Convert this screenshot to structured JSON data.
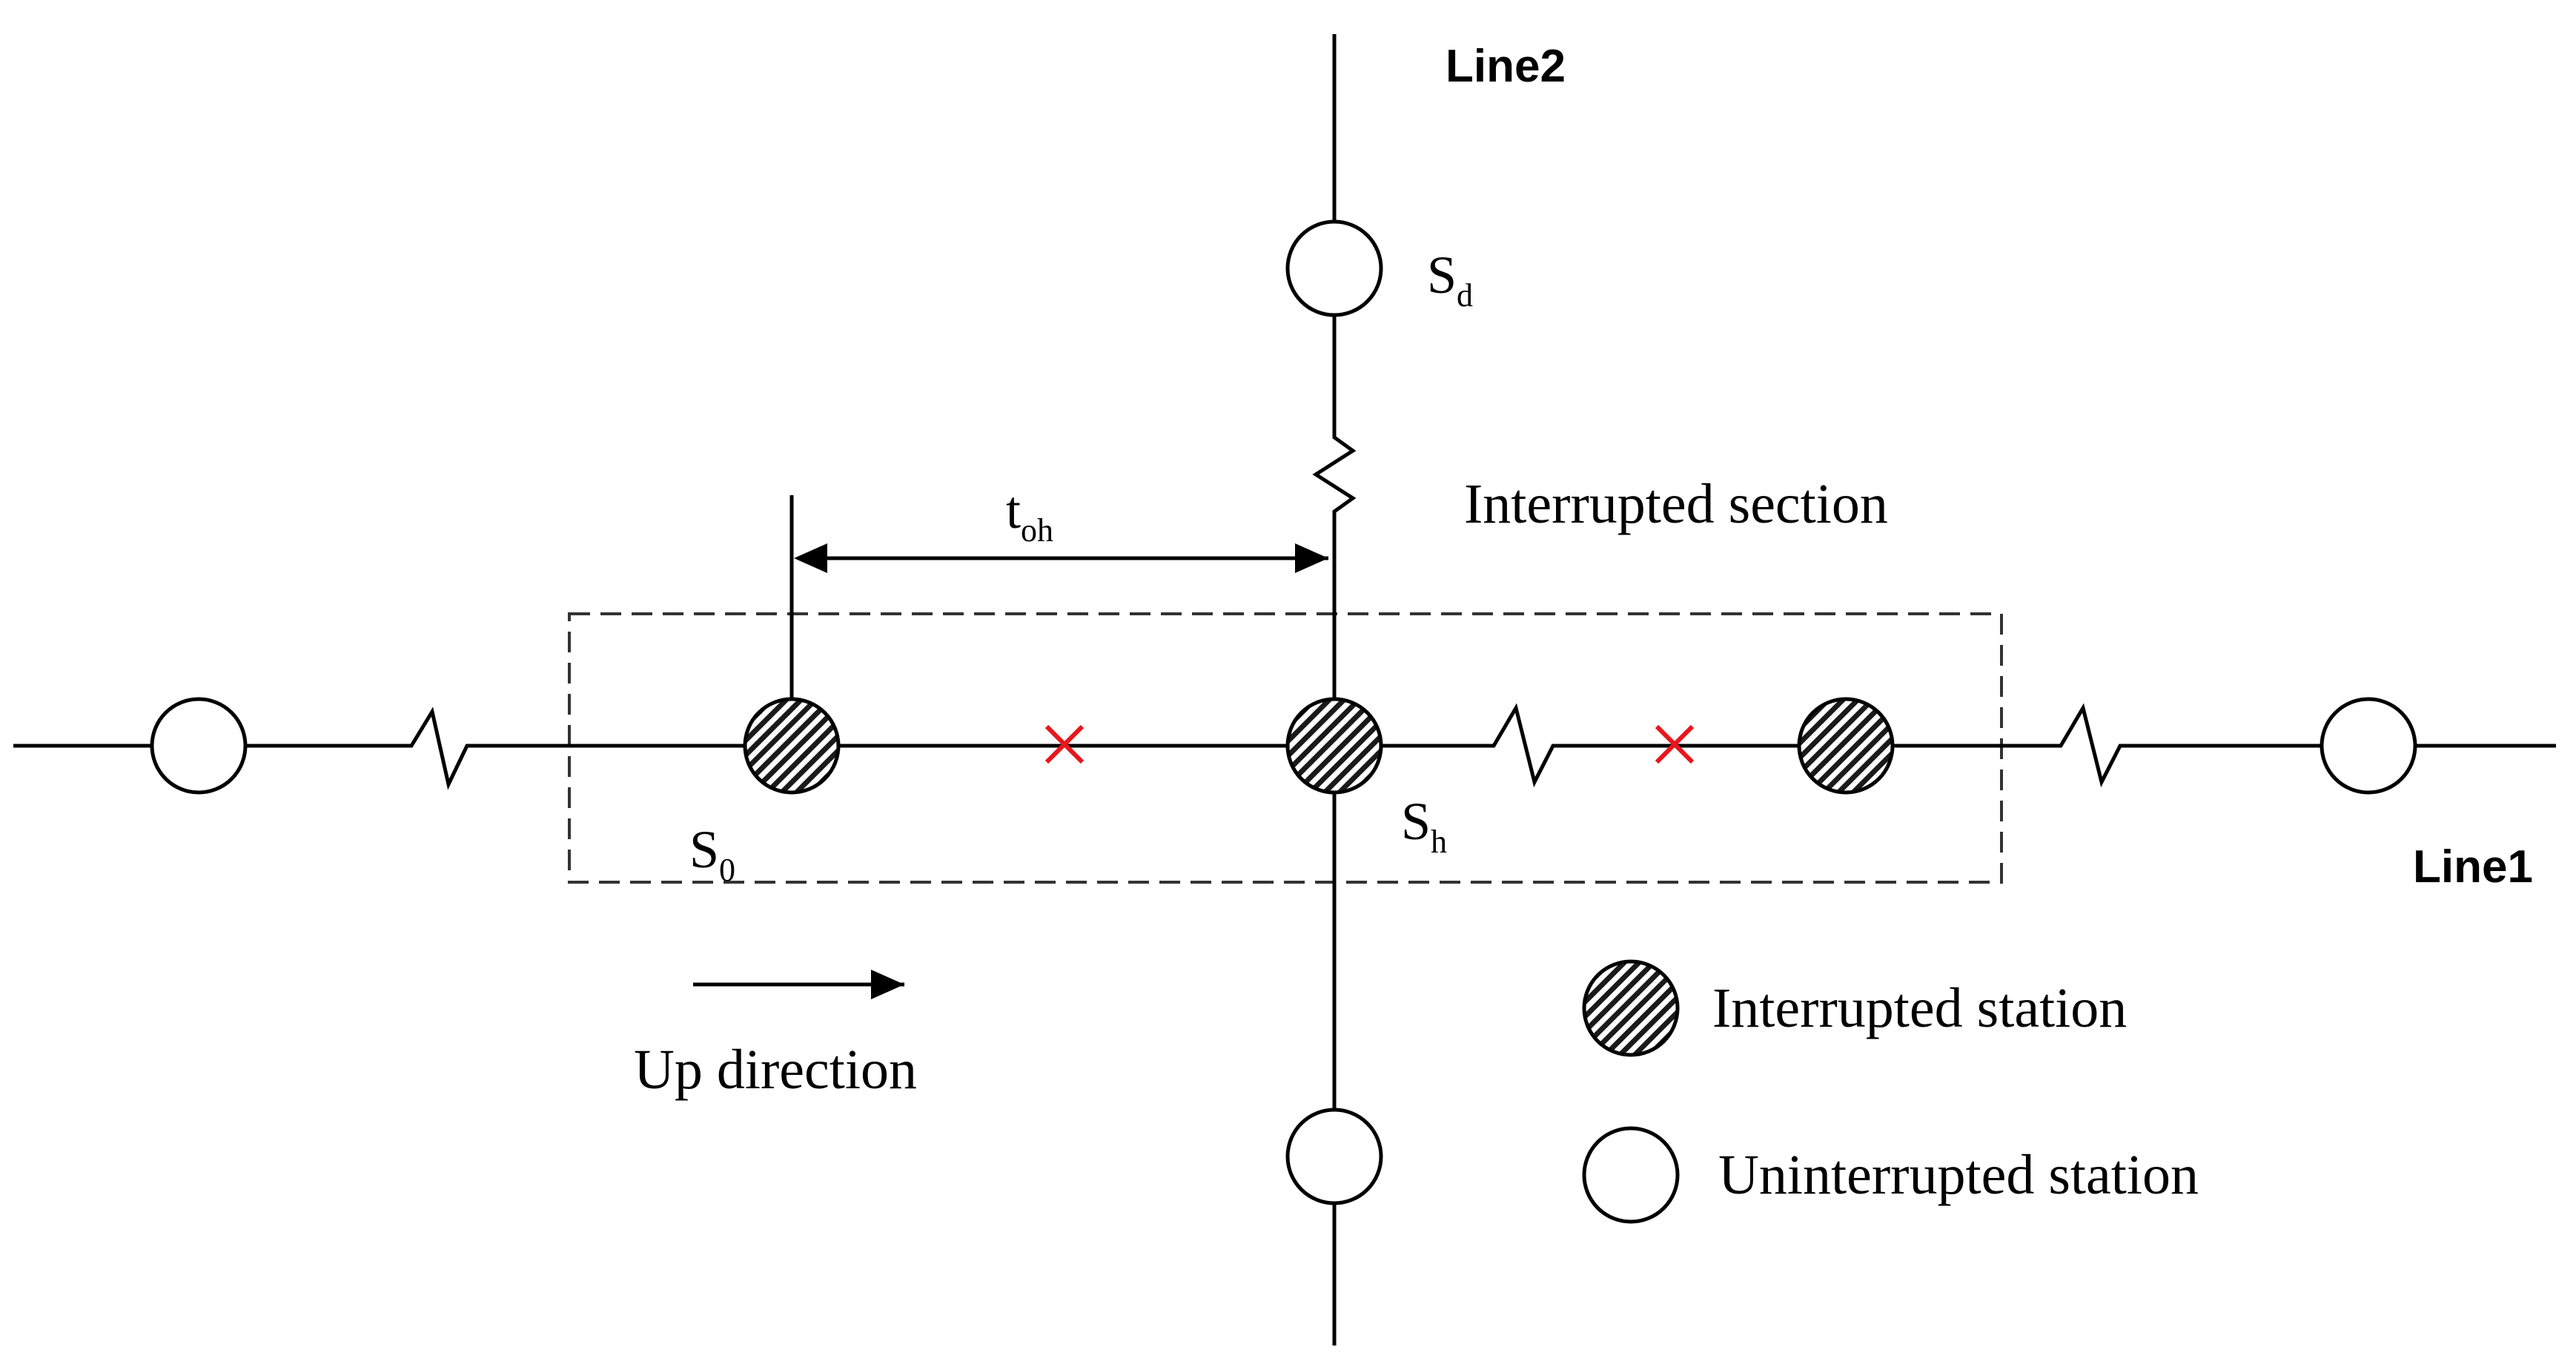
{
  "lines": {
    "line1_label": "Line1",
    "line2_label": "Line2"
  },
  "stations": {
    "s0": {
      "base": "S",
      "sub": "0"
    },
    "sh": {
      "base": "S",
      "sub": "h"
    },
    "sd": {
      "base": "S",
      "sub": "d"
    }
  },
  "interval": {
    "base": "t",
    "sub": "oh"
  },
  "section_label": "Interrupted section",
  "direction_label": "Up direction",
  "legend": {
    "interrupted": "Interrupted station",
    "uninterrupted": "Uninterrupted station"
  },
  "colors": {
    "interruption_mark": "#e8161c",
    "line": "#000000"
  },
  "icons": {
    "interruption_mark": "red-x-icon",
    "interrupted_station": "hatched-circle-icon",
    "uninterrupted_station": "open-circle-icon"
  }
}
